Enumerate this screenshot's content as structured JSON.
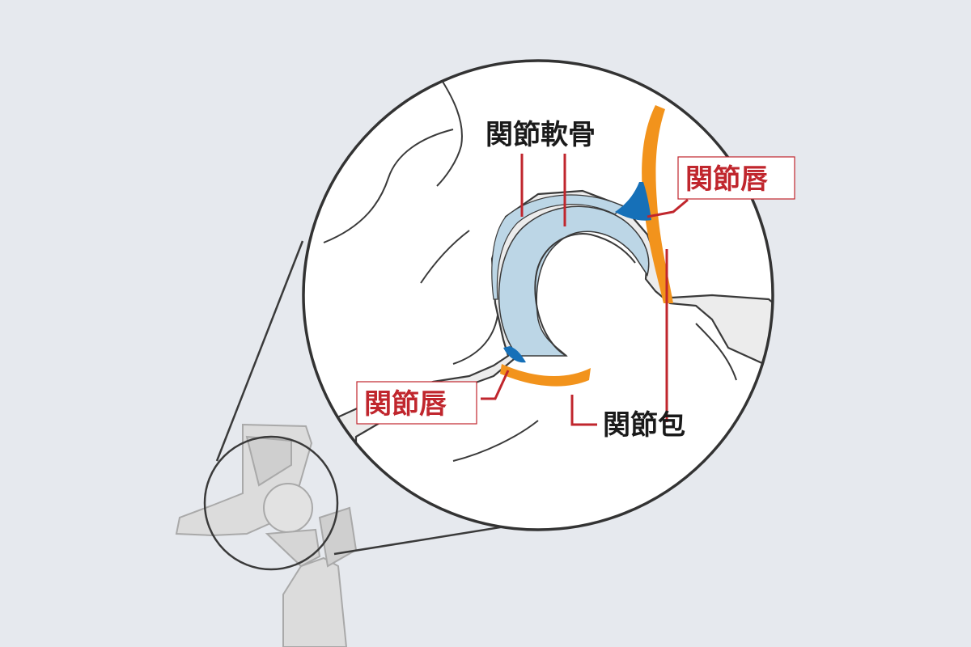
{
  "labels": {
    "cartilage": "関節軟骨",
    "labrum_top": "関節唇",
    "labrum_bottom": "関節唇",
    "capsule": "関節包"
  },
  "colors": {
    "background": "#e6e9ee",
    "bone_fill": "#ffffff",
    "bone_stroke": "#3a3a3a",
    "cartilage": "#bcd6e6",
    "labrum": "#1670b8",
    "capsule": "#f2931c",
    "leader_red": "#c0262d",
    "label_red_box": "#c0262d",
    "skeleton_fill": "#dcdcdc",
    "skeleton_stroke": "#a9a9a9"
  }
}
